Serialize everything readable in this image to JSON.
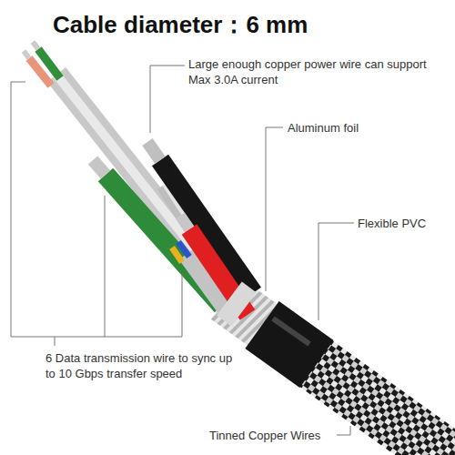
{
  "diagram": {
    "title": "Cable diameter：6 mm",
    "labels": [
      "Large enough copper power wire can support Max 3.0A current",
      "Aluminum foil",
      "Flexible PVC",
      "6 Data transmission wire to sync up to 10 Gbps transfer speed",
      "Tinned Copper Wires"
    ]
  }
}
